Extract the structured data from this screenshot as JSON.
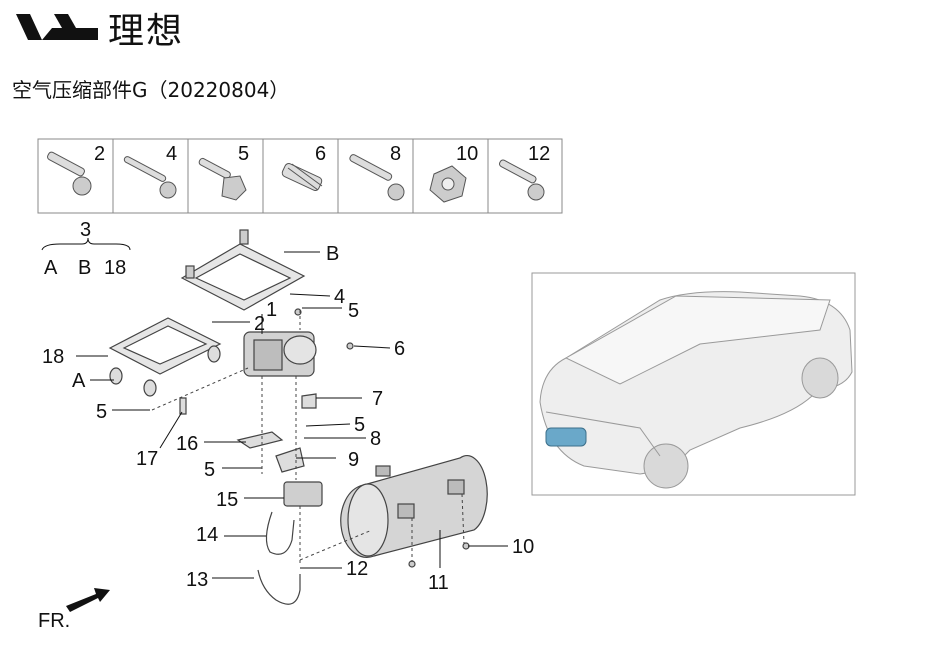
{
  "brand": {
    "name": "理想"
  },
  "document": {
    "title": "空气压缩部件G（20220804）"
  },
  "fastener_strip": {
    "labels": [
      "2",
      "4",
      "5",
      "6",
      "8",
      "10",
      "12"
    ]
  },
  "kit": {
    "number": "3",
    "contents": [
      "A",
      "B",
      "18"
    ]
  },
  "callouts": {
    "B": "B",
    "c4": "4",
    "c5a": "5",
    "c1": "1",
    "c2": "2",
    "c6": "6",
    "c18": "18",
    "A": "A",
    "c5b": "5",
    "c7": "7",
    "c5c": "5",
    "c8": "8",
    "c17": "17",
    "c16": "16",
    "c5d": "5",
    "c9": "9",
    "c15": "15",
    "c14": "14",
    "c10": "10",
    "c12": "12",
    "c11": "11",
    "c13": "13"
  },
  "direction": {
    "label": "FR."
  },
  "icons": [
    "brand-logo-icon",
    "front-direction-arrow-icon",
    "vehicle-location-icon"
  ],
  "colors": {
    "highlight_part": "#6aa8c9",
    "line_art": "#444444",
    "brand": "#111111"
  }
}
